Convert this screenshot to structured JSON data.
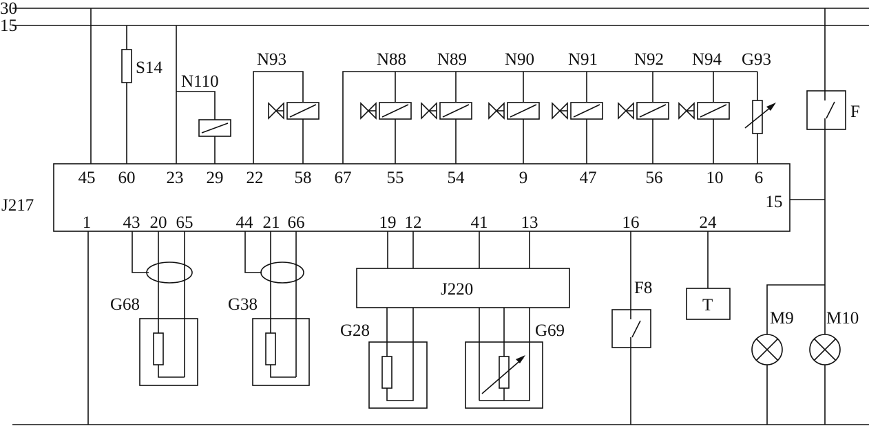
{
  "rails": {
    "r30": "30",
    "r15": "15"
  },
  "ecu": {
    "label": "J217"
  },
  "top_pins": {
    "p45": "45",
    "p60": "60",
    "p23": "23",
    "p29": "29",
    "p22": "22",
    "p58": "58",
    "p67": "67",
    "p55": "55",
    "p54": "54",
    "p9": "9",
    "p47": "47",
    "p56": "56",
    "p10": "10",
    "p6": "6"
  },
  "right_pin": {
    "p15": "15"
  },
  "bottom_pins": {
    "p1": "1",
    "p43": "43",
    "p20": "20",
    "p65": "65",
    "p44": "44",
    "p21": "21",
    "p66": "66",
    "p19": "19",
    "p12": "12",
    "p41": "41",
    "p13": "13",
    "p16": "16",
    "p24": "24"
  },
  "components": {
    "s14": "S14",
    "n110": "N110",
    "n93": "N93",
    "n88": "N88",
    "n89": "N89",
    "n90": "N90",
    "n91": "N91",
    "n92": "N92",
    "n94": "N94",
    "g93": "G93",
    "f": "F",
    "j220": "J220",
    "g68": "G68",
    "g38": "G38",
    "g28": "G28",
    "g69": "G69",
    "f8": "F8",
    "t": "T",
    "m9": "M9",
    "m10": "M10"
  }
}
